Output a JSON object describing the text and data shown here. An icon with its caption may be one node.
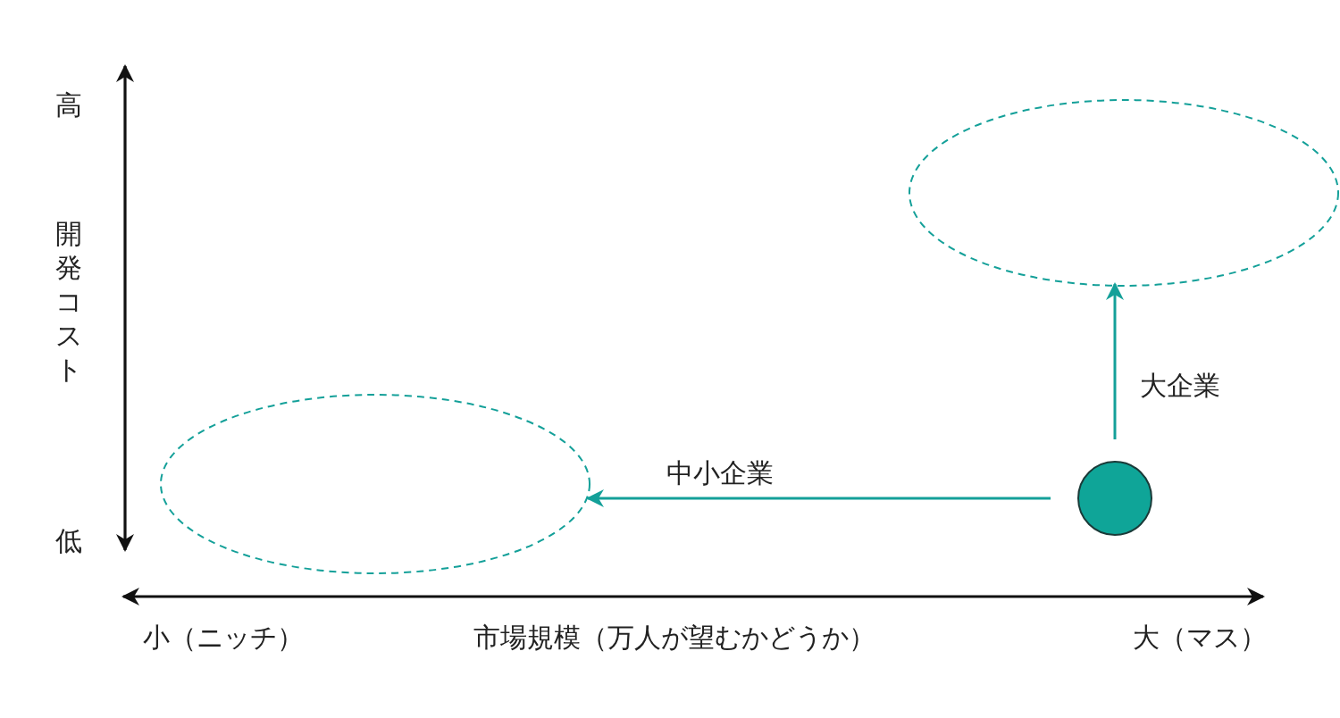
{
  "diagram": {
    "nodes": [
      {
        "text": [],
        "shape": "ellipse"
      },
      {
        "text": [],
        "shape": "ellipse"
      },
      {
        "text": [],
        "shape": "circle"
      }
    ],
    "edges": [
      {
        "from": 2,
        "to": 0,
        "arrow": "to",
        "label": "大企業"
      },
      {
        "from": 2,
        "to": 1,
        "arrow": "to",
        "label": "中小企業"
      }
    ],
    "labels": [
      "高",
      "開発コスト",
      "低",
      "小（ニッチ）",
      "市場規模（万人が望むかどうか）",
      "大（マス）"
    ]
  }
}
